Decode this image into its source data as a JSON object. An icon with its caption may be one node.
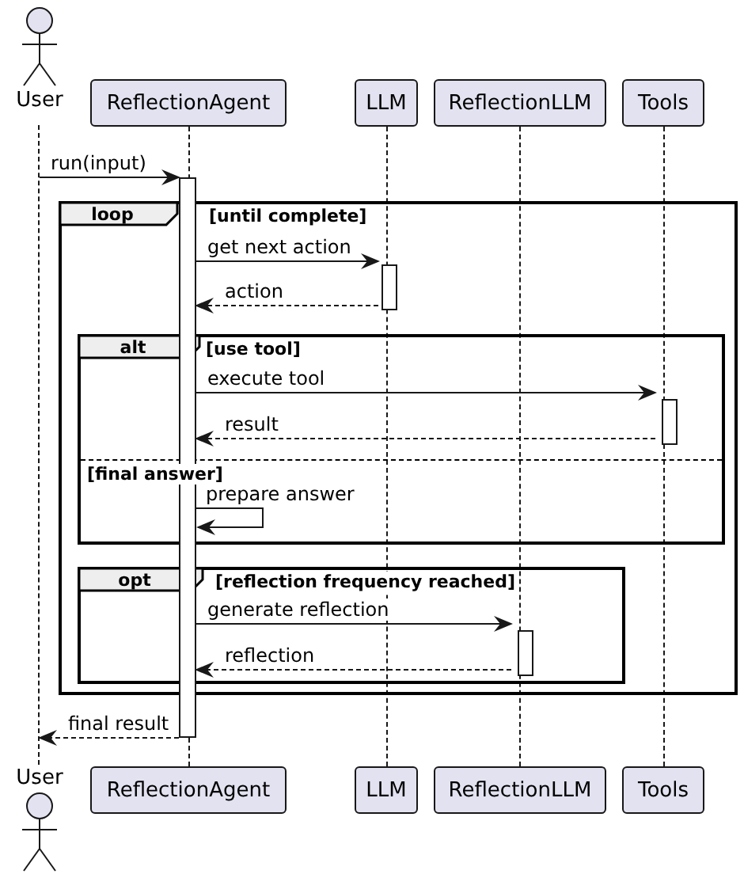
{
  "diagram": {
    "nodes": [
      {
        "text": [
          "User"
        ]
      },
      {
        "text": [
          "ReflectionAgent"
        ]
      },
      {
        "text": [
          "LLM"
        ]
      },
      {
        "text": [
          "ReflectionLLM"
        ]
      },
      {
        "text": [
          "Tools"
        ]
      },
      {
        "text": [
          "User"
        ]
      },
      {
        "text": [
          "ReflectionAgent"
        ]
      },
      {
        "text": [
          "LLM"
        ]
      },
      {
        "text": [
          "ReflectionLLM"
        ]
      },
      {
        "text": [
          "Tools"
        ]
      },
      {
        "text": [],
        "shape": "line"
      },
      {
        "text": [],
        "shape": "line"
      },
      {
        "text": [],
        "shape": "line"
      },
      {
        "text": [],
        "shape": "line"
      },
      {
        "text": [],
        "shape": "line"
      },
      {
        "text": [
          "loop",
          "[until complete]"
        ]
      },
      {
        "text": [
          "alt",
          "[use tool]",
          "[final answer]"
        ],
        "in": 15
      },
      {
        "text": [
          "opt",
          "[reflection frequency reached]"
        ],
        "in": 15
      },
      {
        "text": [],
        "shape": "bar"
      },
      {
        "text": [],
        "shape": "bar",
        "in": 15
      },
      {
        "text": [],
        "shape": "bar",
        "in": 16
      },
      {
        "text": [],
        "shape": "bar",
        "in": 17
      }
    ],
    "edges": [
      {
        "from": 10,
        "to": 18,
        "arrow": "to",
        "label": "run(input)"
      },
      {
        "from": 18,
        "to": 19,
        "arrow": "to",
        "label": "get next action"
      },
      {
        "from": 19,
        "to": 18,
        "arrow": "to",
        "label": "action",
        "style": "dashed"
      },
      {
        "from": 18,
        "to": 20,
        "arrow": "to",
        "label": "execute tool"
      },
      {
        "from": 20,
        "to": 18,
        "arrow": "to",
        "label": "result",
        "style": "dashed"
      },
      {
        "from": 18,
        "to": 18,
        "arrow": "to",
        "label": "prepare answer"
      },
      {
        "from": 18,
        "to": 21,
        "arrow": "to",
        "label": "generate reflection"
      },
      {
        "from": 21,
        "to": 18,
        "arrow": "to",
        "label": "reflection",
        "style": "dashed"
      },
      {
        "from": 18,
        "to": 10,
        "arrow": "to",
        "label": "final result",
        "style": "dashed"
      }
    ]
  }
}
